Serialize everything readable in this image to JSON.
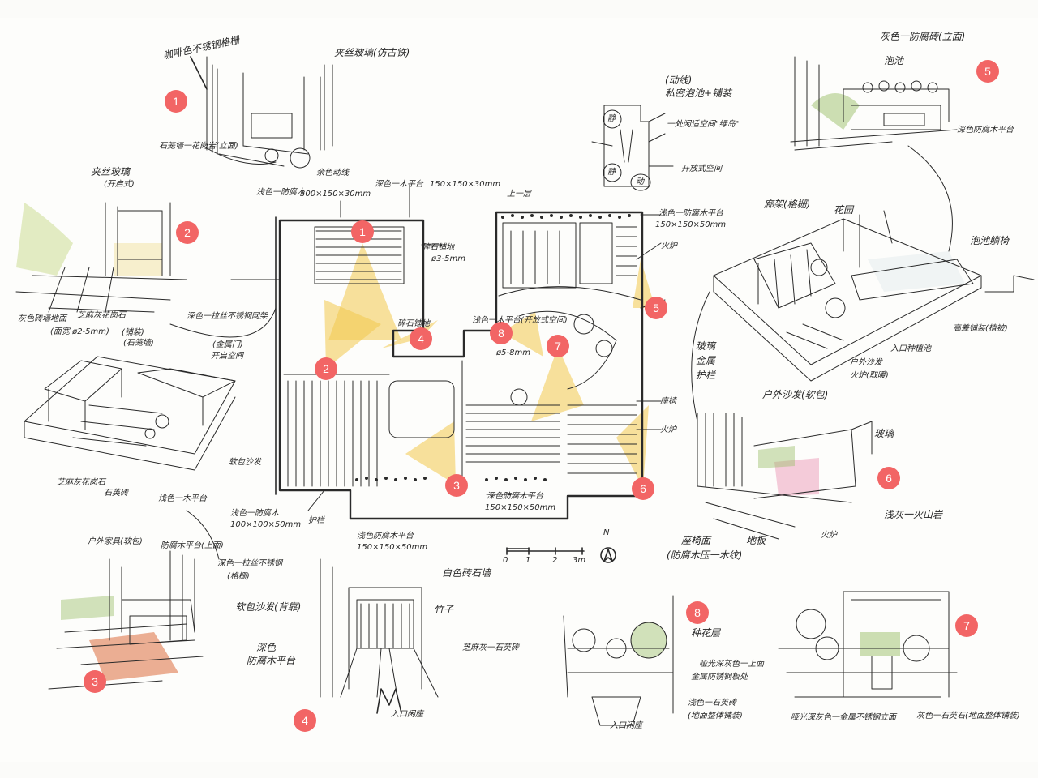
{
  "colors": {
    "marker": "#f26565",
    "marker_text": "#ffffff",
    "viewcone": "#f2c94c",
    "ink": "#2a2a2a",
    "plant": "#9bbf6a",
    "wood": "#e07a4f"
  },
  "markers": [
    {
      "id": "m-plan-1",
      "label": "1"
    },
    {
      "id": "m-plan-2",
      "label": "2"
    },
    {
      "id": "m-plan-3",
      "label": "3"
    },
    {
      "id": "m-plan-4",
      "label": "4"
    },
    {
      "id": "m-plan-5",
      "label": "5"
    },
    {
      "id": "m-plan-6",
      "label": "6"
    },
    {
      "id": "m-plan-7",
      "label": "7"
    },
    {
      "id": "m-plan-8",
      "label": "8"
    },
    {
      "id": "m-sk-1",
      "label": "1"
    },
    {
      "id": "m-sk-2",
      "label": "2"
    },
    {
      "id": "m-sk-3",
      "label": "3"
    },
    {
      "id": "m-sk-4",
      "label": "4"
    },
    {
      "id": "m-sk-5",
      "label": "5"
    },
    {
      "id": "m-sk-6",
      "label": "6"
    },
    {
      "id": "m-sk-7",
      "label": "7"
    },
    {
      "id": "m-sk-8",
      "label": "8"
    }
  ],
  "scale": {
    "ticks": [
      "0",
      "1",
      "2",
      "3m"
    ],
    "north": "N"
  },
  "annotations": {
    "top_left_1": "咖啡色不锈钢格栅",
    "top_left_2": "夹丝玻璃(仿古铁)",
    "top_left_3": "石笼墙一花岗岩(立面)",
    "top_left_4": "余色动线",
    "left_1": "夹丝玻璃",
    "left_2": "(开启式)",
    "left_3": "灰色砖墙地面",
    "left_4": "(面宽 ø2-5mm)",
    "left_5": "芝麻灰花岗石",
    "left_6": "(铺装)",
    "left_7": "(石笼墙)",
    "left_8": "深色一拉丝不锈钢网架",
    "left_9": "(金属门)",
    "left_10": "开启空间",
    "left_11": "软包沙发",
    "left_12": "芝麻灰花岗石",
    "left_13": "石英砖",
    "left_14": "浅色一木平台",
    "plan_1": "浅色一防腐木",
    "plan_2": "300×150×30mm",
    "plan_3": "深色一木平台",
    "plan_4": "150×150×30mm",
    "plan_5": "碎石铺地",
    "plan_6": "ø3-5mm",
    "plan_7": "浅色一防腐木平台",
    "plan_8": "150×150×50mm",
    "plan_9": "火炉",
    "plan_10": "浅色一防腐木",
    "plan_11": "100×100×50mm",
    "plan_12": "深色防腐木平台",
    "plan_13": "150×150×50mm",
    "plan_14": "座椅",
    "plan_15": "火炉",
    "plan_16": "浅色防腐木平台",
    "plan_17": "150×150×50mm",
    "plan_18": "护栏",
    "plan_19": "浅色一木平台(开放式空间)",
    "plan_20": "碎石铺地",
    "plan_21": "ø5-8mm",
    "plan_22": "上一层",
    "diagram_1": "(动线)",
    "diagram_2": "私密泡池+铺装",
    "diagram_3": "一处闲适空间\"绿岛\"",
    "diagram_4": "开放式空间",
    "diagram_5": "静",
    "diagram_6": "静",
    "diagram_7": "动",
    "right_1": "灰色一防腐砖(立面)",
    "right_2": "泡池",
    "right_3": "深色防腐木平台",
    "right_4": "廊架(格栅)",
    "right_5": "花园",
    "right_6": "泡池躺椅",
    "right_7": "高差铺装(植被)",
    "right_8": "入口种植池",
    "right_9": "户外沙发",
    "right_10": "火炉(取暖)",
    "right_11": "玻璃",
    "right_12": "金属",
    "right_13": "护栏",
    "right_14": "户外沙发(软包)",
    "right_15": "玻璃",
    "right_16": "浅灰一火山岩",
    "right_17": "火炉",
    "right_18": "座椅面",
    "right_19": "(防腐木压一木纹)",
    "right_20": "地板",
    "bottom_1": "户外家具(软包)",
    "bottom_2": "防腐木平台(上面)",
    "bottom_3": "深色一拉丝不锈钢",
    "bottom_4": "(格栅)",
    "bottom_5": "软包沙发(背靠)",
    "bottom_6": "深色",
    "bottom_7": "防腐木平台",
    "bottom_8": "白色砖石墙",
    "bottom_9": "竹子",
    "bottom_10": "芝麻灰一石英砖",
    "bottom_11": "入口闲座",
    "bottom_12": "种花层",
    "bottom_13": "哑光深灰色一上面",
    "bottom_14": "金属防锈钢板处",
    "bottom_15": "浅色一石英砖",
    "bottom_16": "(地面整体铺装)",
    "bottom_17": "入口闲座",
    "bottom_18": "哑光深灰色一金属不锈钢立面",
    "bottom_19": "灰色一石英石(地面整体铺装)"
  }
}
